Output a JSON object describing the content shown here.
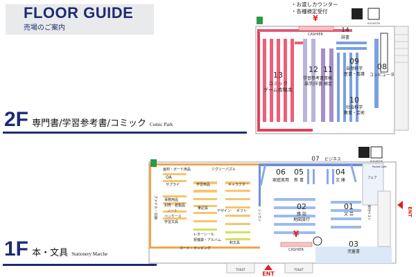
{
  "header": {
    "title": "FLOOR GUIDE",
    "subtitle": "売場のご案内"
  },
  "floor2": {
    "label": "2F",
    "desc": "専門書/学習参考書/コミック",
    "en": "Comic Park",
    "notes": [
      "・お渡しカウンター",
      "・各種検定受付"
    ],
    "cashier": "CASHIER",
    "yen": "¥",
    "elevator": "ELEVATOR",
    "areas": [
      {
        "num": "13",
        "name1": "コミック",
        "name2": "ゲーム攻略本"
      },
      {
        "num": "12",
        "name1": "学習参考書",
        "name2": "語学/洋書"
      },
      {
        "num": "11",
        "name1": "資格",
        "name2": "検定"
      },
      {
        "num": "09",
        "name1": "自然科学",
        "name2": "医書・看護"
      },
      {
        "num": "08",
        "name1": "コンピュータ",
        "name2": ""
      },
      {
        "num": "10",
        "name1": "社会科学",
        "name2": "教育・芸術"
      },
      {
        "num": "14",
        "name1": "辞書",
        "name2": ""
      }
    ]
  },
  "floor1": {
    "label": "1F",
    "desc": "本・文具",
    "en": "Stationery Marche",
    "cashier": "CASHIER",
    "yen": "¥",
    "ent": "ENT",
    "toilet": "TOILET",
    "elevator": "ELEVATOR",
    "areas": [
      {
        "num": "07",
        "name1": "ビジネス",
        "name2": ""
      },
      {
        "num": "06",
        "name1": "家庭実用",
        "name2": ""
      },
      {
        "num": "05",
        "name1": "新 書",
        "name2": ""
      },
      {
        "num": "04",
        "name1": "文 庫",
        "name2": ""
      },
      {
        "num": "02",
        "name1": "雑 誌",
        "name2": "地図旅行"
      },
      {
        "num": "01",
        "name1": "文 芸",
        "name2": ""
      },
      {
        "num": "03",
        "name1": "児童書",
        "name2": ""
      }
    ],
    "stationery": {
      "s1": "画材・ボード用品",
      "s2": "ジグソーパズル",
      "s3": "OA",
      "s4": "サプライ",
      "s5": "学習用品",
      "s6": "キャラクター",
      "s7": "事務用品",
      "s8": "封筒・紙製品",
      "s9": "ノート",
      "s10": "ペンケース",
      "s11": "学習文具",
      "s12": "筆記具",
      "s13": "デザイン",
      "s14": "ギフト",
      "s15": "レターシール",
      "s16": "祝儀袋・アルバム",
      "s17": "和文具",
      "s18": "カード・ラッピング",
      "s19": "ファイル・収納"
    },
    "misc": {
      "shinkan": "シンカン",
      "fair": "フェア",
      "newbest": "新刊ベスト",
      "pocket": "Pocket Café"
    }
  }
}
